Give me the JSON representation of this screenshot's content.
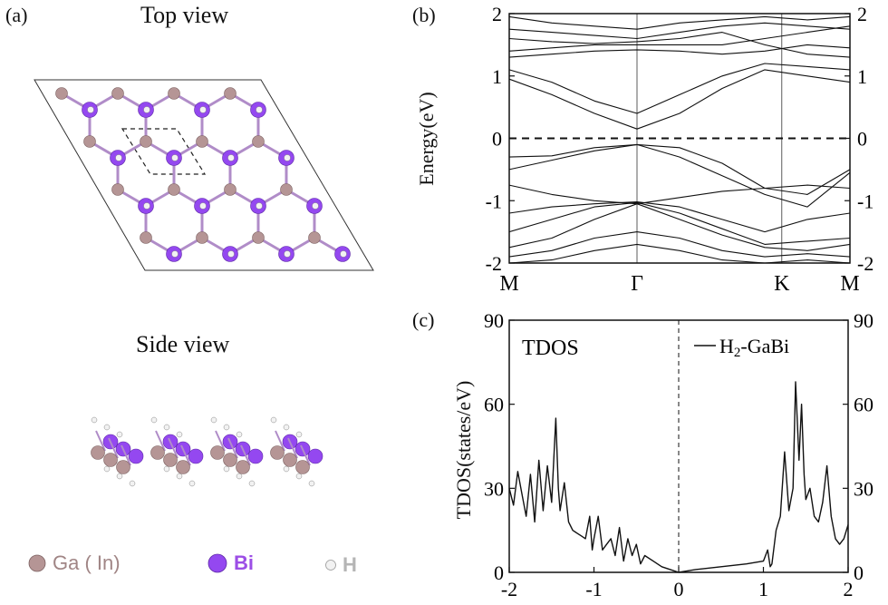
{
  "panel_a": {
    "label": "(a)",
    "top_view_title": "Top view",
    "side_view_title": "Side view",
    "legend": [
      {
        "label": "Ga ( In)",
        "color": "#b08f8f",
        "icon": "ga-atom-icon"
      },
      {
        "label": "Bi",
        "color": "#9c4ee6",
        "icon": "bi-atom-icon"
      },
      {
        "label": "H",
        "color": "#c0c0c0",
        "icon": "h-atom-icon"
      }
    ],
    "colors": {
      "ga": "#b59595",
      "bi": "#9448f0",
      "h": "#f2f2f2",
      "bond": "#b08cc8"
    }
  },
  "panel_b": {
    "label": "(b)",
    "ylabel": "Energy(eV)",
    "yticks": [
      "-2",
      "-1",
      "0",
      "1",
      "2"
    ],
    "kpoint_labels": [
      "M",
      "Γ",
      "K",
      "M"
    ]
  },
  "panel_c": {
    "label": "(c)",
    "annotation": "TDOS",
    "legend_label": "H",
    "legend_sub": "2",
    "legend_rest": "-GaBi",
    "ylabel": "TDOS(states/eV)",
    "yticks": [
      "0",
      "30",
      "60",
      "90"
    ],
    "xticks": [
      "-2",
      "-1",
      "0",
      "1",
      "2"
    ]
  },
  "chart_data": [
    {
      "type": "line",
      "title": "",
      "xlabel": "",
      "ylabel": "Energy(eV)",
      "ylim": [
        -2,
        2
      ],
      "x_ticks": [
        "M",
        "Γ",
        "K",
        "M"
      ],
      "x": [
        0,
        1,
        2,
        3,
        4,
        5,
        6,
        7,
        8
      ],
      "fermi_level": 0,
      "series": [
        {
          "values": [
            -0.3,
            -0.28,
            -0.15,
            -0.1,
            -0.15,
            -0.4,
            -0.8,
            -0.9,
            -0.5
          ]
        },
        {
          "values": [
            -0.5,
            -0.35,
            -0.2,
            -0.1,
            -0.3,
            -0.6,
            -0.9,
            -1.1,
            -0.55
          ]
        },
        {
          "values": [
            -0.75,
            -0.9,
            -1.0,
            -1.05,
            -0.95,
            -0.85,
            -0.8,
            -0.75,
            -0.8
          ]
        },
        {
          "values": [
            -1.2,
            -1.1,
            -1.05,
            -1.02,
            -1.1,
            -1.3,
            -1.5,
            -1.3,
            -1.2
          ]
        },
        {
          "values": [
            -1.5,
            -1.3,
            -1.1,
            -1.03,
            -1.2,
            -1.45,
            -1.7,
            -1.65,
            -1.6
          ]
        },
        {
          "values": [
            -1.75,
            -1.6,
            -1.3,
            -1.05,
            -1.3,
            -1.55,
            -1.75,
            -1.8,
            -1.7
          ]
        },
        {
          "values": [
            -1.9,
            -1.8,
            -1.6,
            -1.5,
            -1.6,
            -1.8,
            -1.9,
            -1.85,
            -1.9
          ]
        },
        {
          "values": [
            -2.0,
            -1.95,
            -1.8,
            -1.7,
            -1.8,
            -1.95,
            -2.0,
            -1.95,
            -2.0
          ]
        },
        {
          "values": [
            0.95,
            0.7,
            0.4,
            0.15,
            0.4,
            0.8,
            1.1,
            1.0,
            0.9
          ]
        },
        {
          "values": [
            1.1,
            0.9,
            0.6,
            0.4,
            0.7,
            1.0,
            1.2,
            1.15,
            1.1
          ]
        },
        {
          "values": [
            1.3,
            1.35,
            1.4,
            1.42,
            1.4,
            1.35,
            1.4,
            1.5,
            1.45
          ]
        },
        {
          "values": [
            1.4,
            1.45,
            1.5,
            1.5,
            1.5,
            1.5,
            1.6,
            1.7,
            1.8
          ]
        },
        {
          "values": [
            1.6,
            1.55,
            1.52,
            1.55,
            1.6,
            1.7,
            1.5,
            1.35,
            1.3
          ]
        },
        {
          "values": [
            1.75,
            1.7,
            1.65,
            1.6,
            1.7,
            1.8,
            1.85,
            1.8,
            1.75
          ]
        },
        {
          "values": [
            1.95,
            1.85,
            1.8,
            1.75,
            1.85,
            1.9,
            1.95,
            1.9,
            1.95
          ]
        }
      ]
    },
    {
      "type": "line",
      "title": "",
      "xlabel": "",
      "ylabel": "TDOS(states/eV)",
      "xlim": [
        -2,
        2
      ],
      "ylim": [
        0,
        90
      ],
      "annotation": "TDOS",
      "series": [
        {
          "name": "H2-GaBi",
          "x": [
            -2.0,
            -1.95,
            -1.9,
            -1.85,
            -1.8,
            -1.75,
            -1.7,
            -1.65,
            -1.6,
            -1.55,
            -1.5,
            -1.45,
            -1.42,
            -1.4,
            -1.35,
            -1.3,
            -1.25,
            -1.2,
            -1.15,
            -1.1,
            -1.05,
            -1.02,
            -1.0,
            -0.95,
            -0.9,
            -0.85,
            -0.8,
            -0.75,
            -0.7,
            -0.65,
            -0.6,
            -0.55,
            -0.5,
            -0.45,
            -0.4,
            -0.3,
            -0.2,
            -0.1,
            0.0,
            0.2,
            0.5,
            0.8,
            1.0,
            1.05,
            1.08,
            1.1,
            1.15,
            1.2,
            1.25,
            1.3,
            1.35,
            1.38,
            1.42,
            1.45,
            1.48,
            1.5,
            1.55,
            1.6,
            1.65,
            1.7,
            1.75,
            1.8,
            1.85,
            1.9,
            1.95,
            2.0
          ],
          "values": [
            30,
            24,
            36,
            28,
            20,
            35,
            18,
            40,
            22,
            38,
            25,
            55,
            30,
            22,
            32,
            18,
            15,
            14,
            13,
            12,
            20,
            8,
            12,
            20,
            8,
            10,
            12,
            6,
            16,
            4,
            12,
            6,
            10,
            3,
            6,
            4,
            2,
            1,
            0,
            1,
            2,
            3,
            4,
            8,
            2,
            3,
            15,
            20,
            43,
            22,
            30,
            68,
            40,
            60,
            35,
            26,
            30,
            20,
            18,
            25,
            38,
            20,
            12,
            10,
            12,
            17
          ]
        }
      ]
    }
  ]
}
